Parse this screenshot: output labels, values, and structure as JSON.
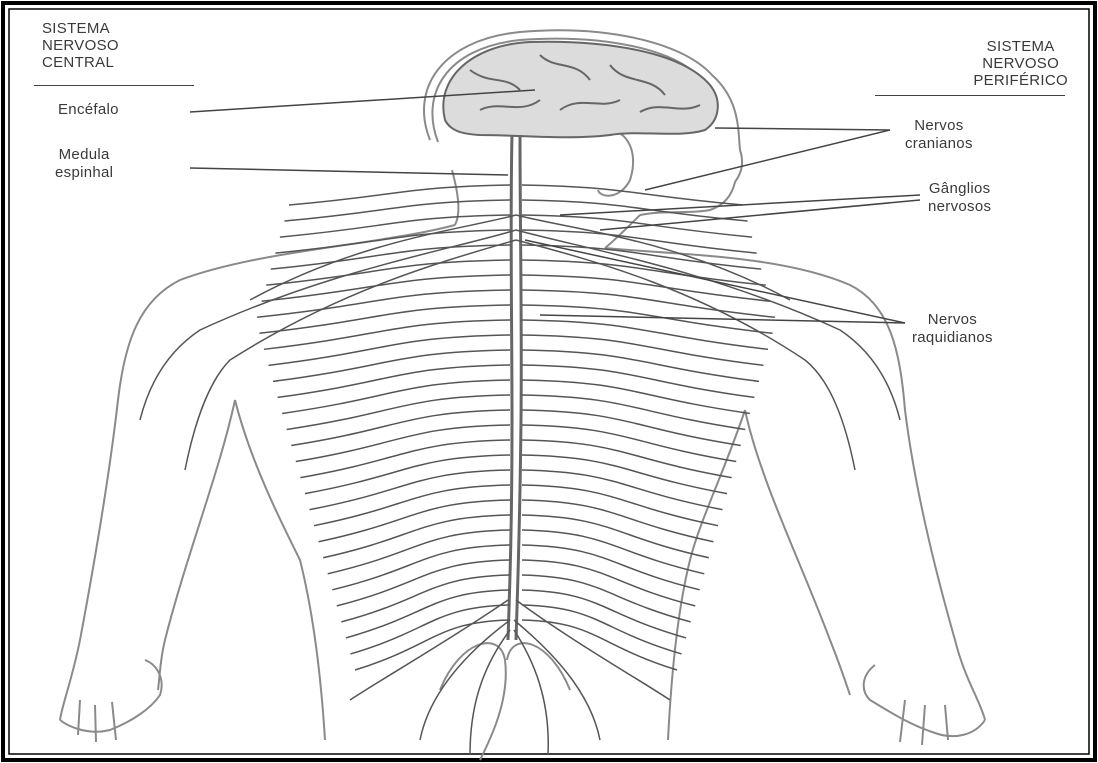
{
  "headers": {
    "central_lines": [
      "SISTEMA",
      "NERVOSO",
      "CENTRAL"
    ],
    "peripheral_lines": [
      "SISTEMA",
      "NERVOSO",
      "PERIFÉRICO"
    ]
  },
  "labels": {
    "encefalo": "Encéfalo",
    "medula_1": "Medula",
    "medula_2": "espinhal",
    "cranianos_1": "Nervos",
    "cranianos_2": "cranianos",
    "ganglios_1": "Gânglios",
    "ganglios_2": "nervosos",
    "raquidianos_1": "Nervos",
    "raquidianos_2": "raquidianos"
  }
}
